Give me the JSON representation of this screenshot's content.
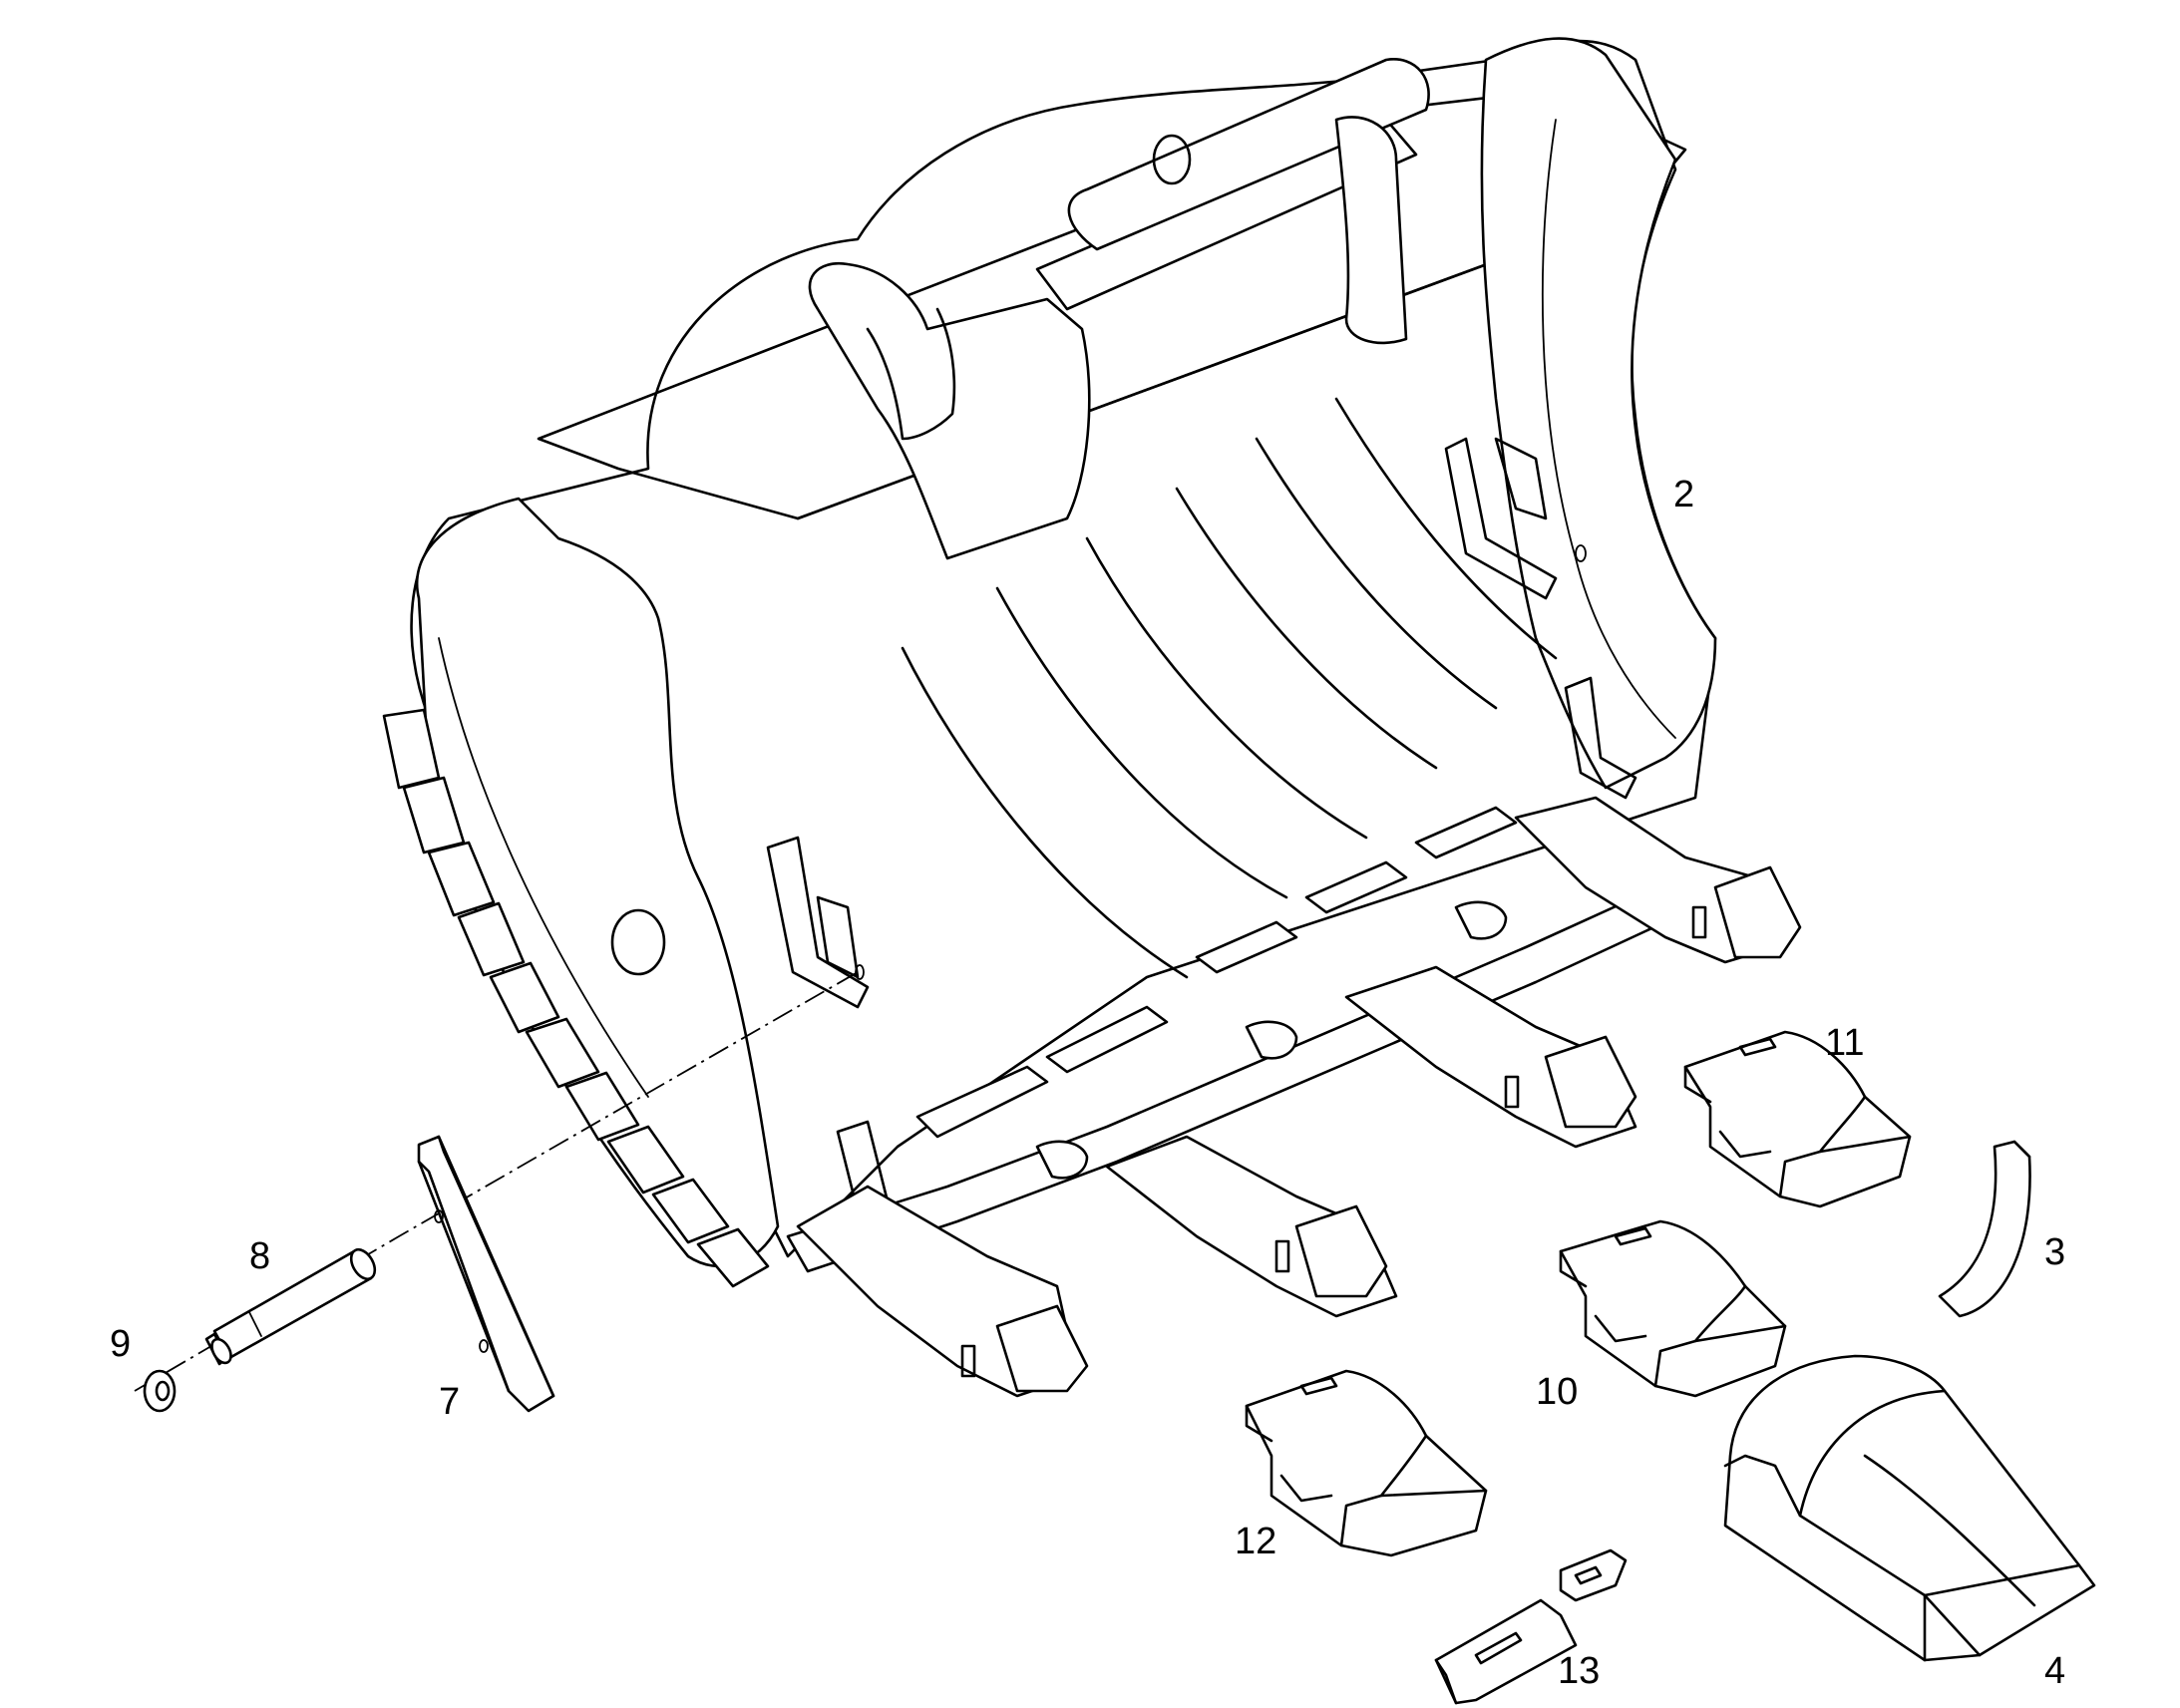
{
  "diagram": {
    "callouts": [
      {
        "id": "2",
        "label": "2"
      },
      {
        "id": "3",
        "label": "3"
      },
      {
        "id": "4",
        "label": "4"
      },
      {
        "id": "7",
        "label": "7"
      },
      {
        "id": "8",
        "label": "8"
      },
      {
        "id": "9",
        "label": "9"
      },
      {
        "id": "10",
        "label": "10"
      },
      {
        "id": "11",
        "label": "11"
      },
      {
        "id": "12",
        "label": "12"
      },
      {
        "id": "13",
        "label": "13"
      }
    ]
  }
}
